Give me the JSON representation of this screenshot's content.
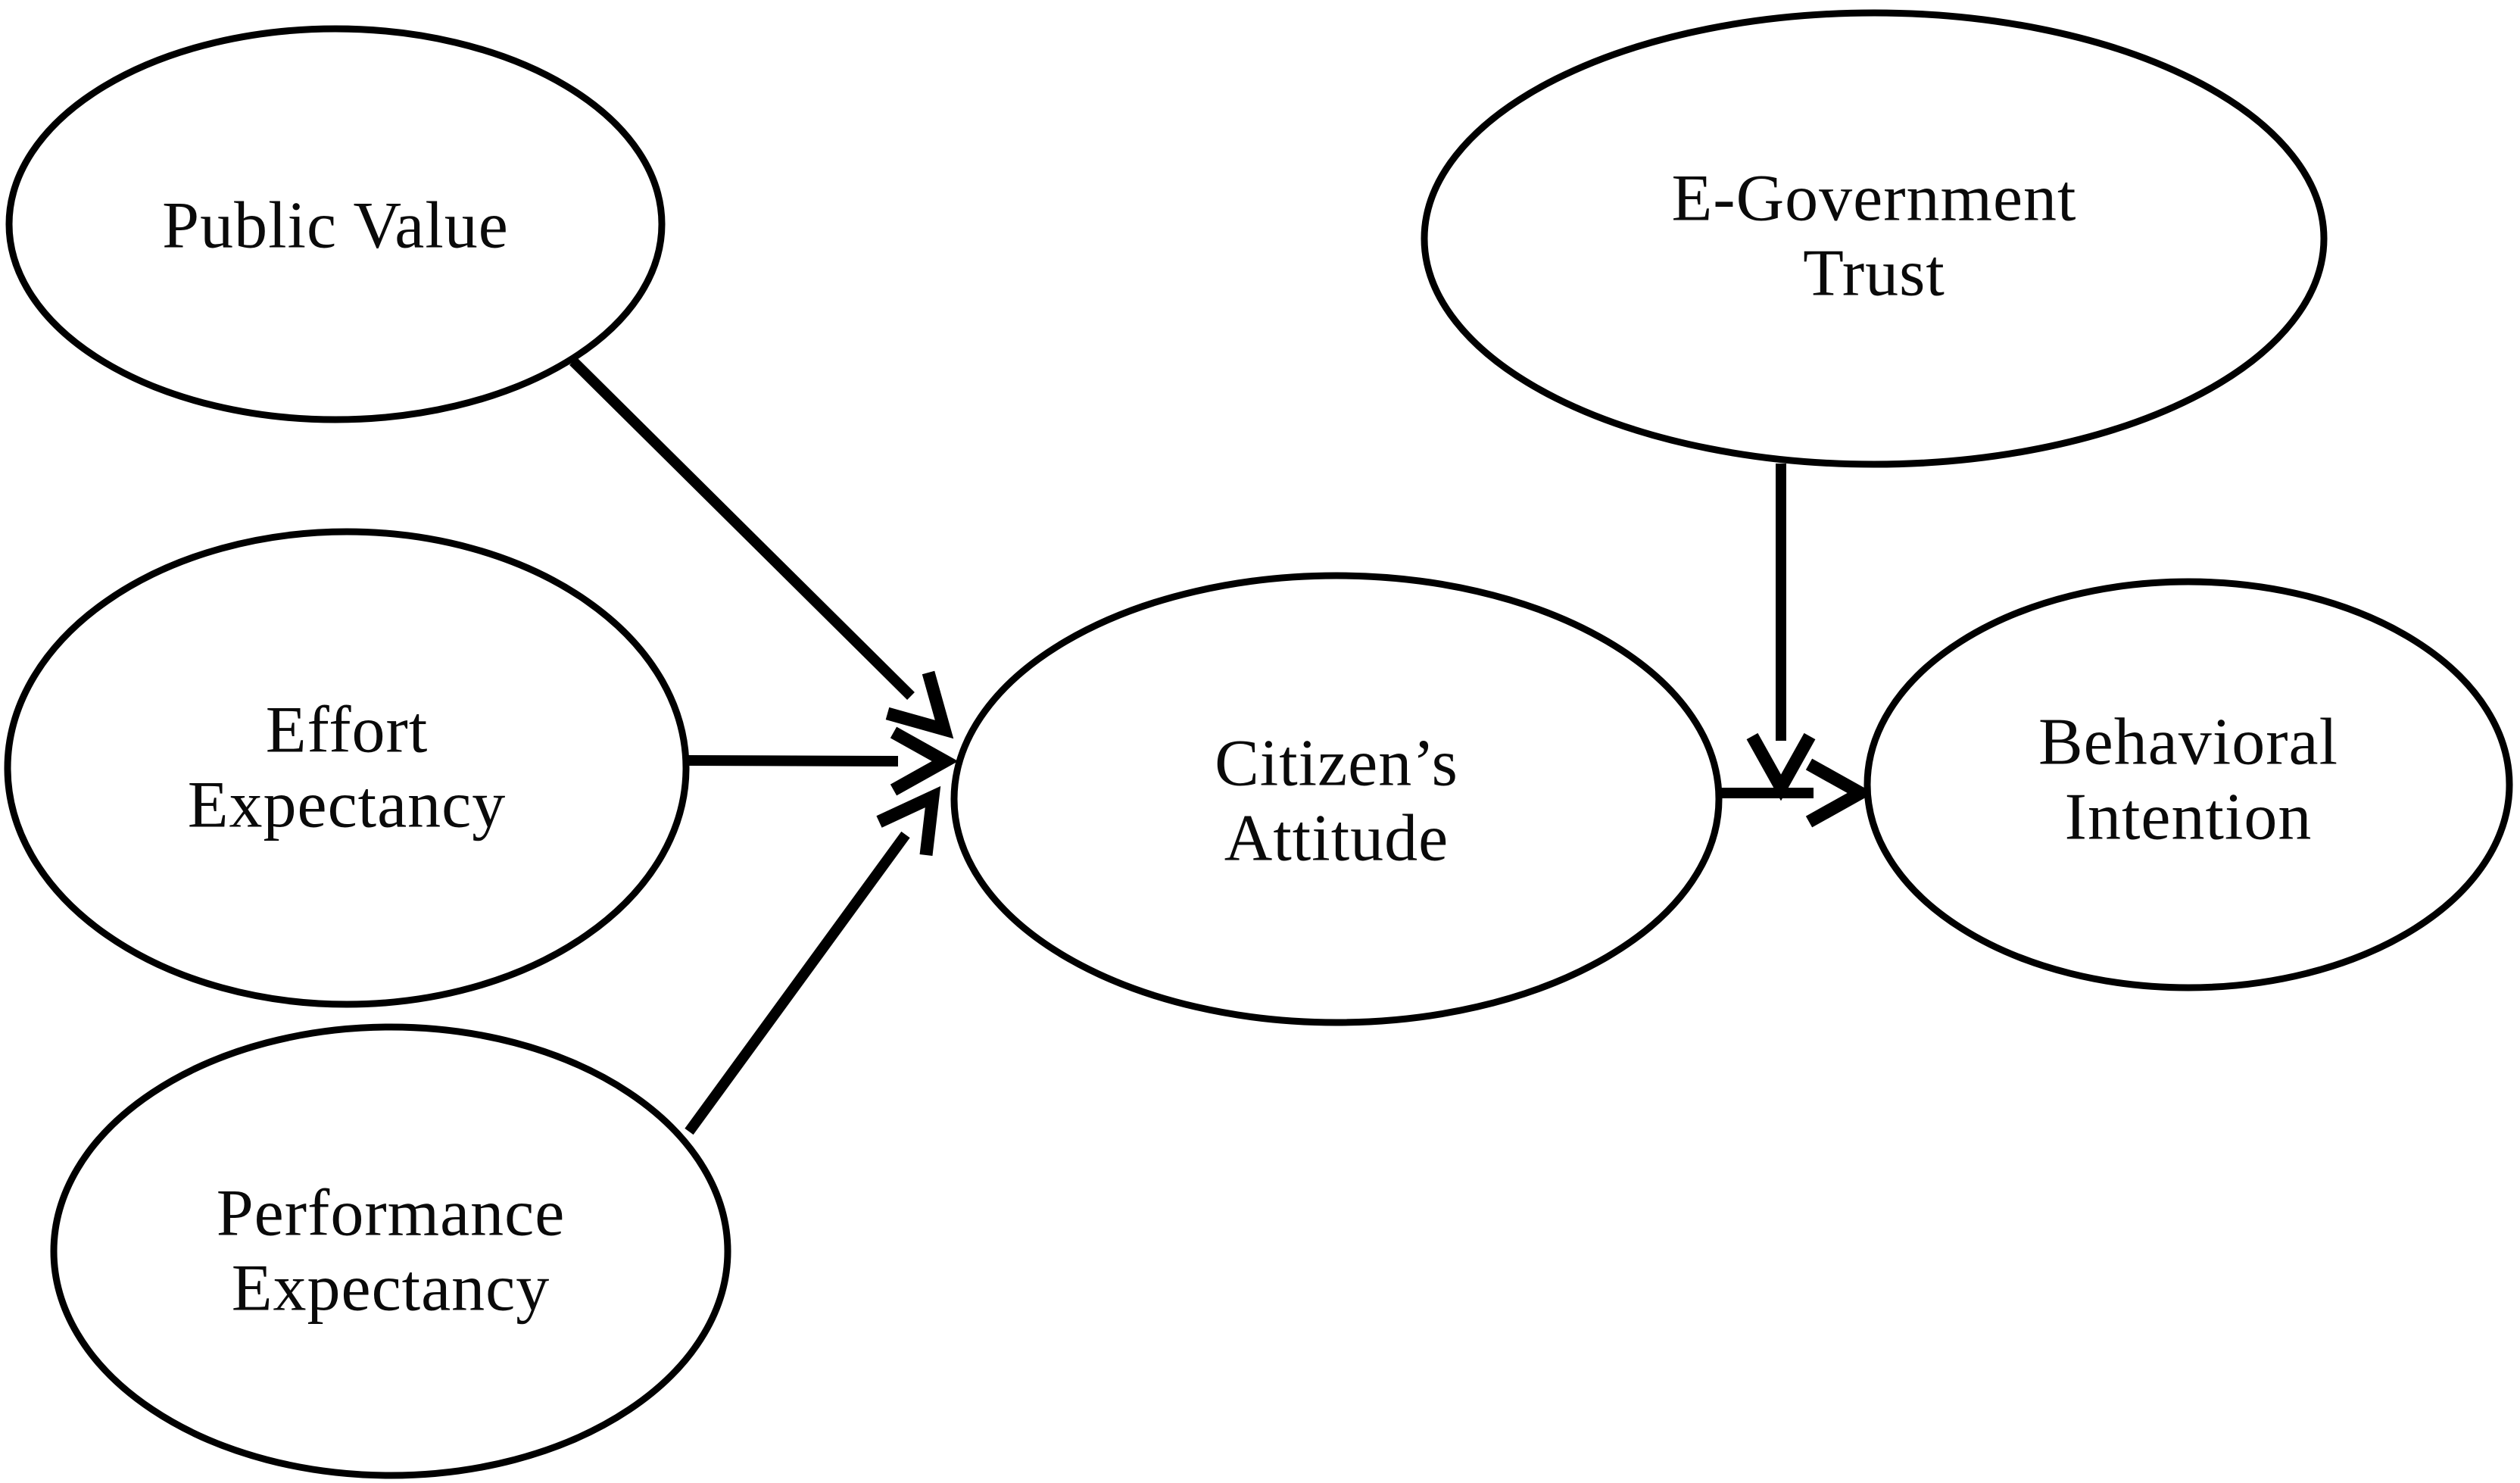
{
  "figure": {
    "type": "conceptual-model-diagram",
    "background_color": "#ffffff",
    "stroke_color": "#000000",
    "text_color": "#0a0a0a"
  },
  "nodes": {
    "public_value": {
      "label": "Public Value"
    },
    "effort_expectancy": {
      "label": "Effort\nExpectancy"
    },
    "performance_expectancy": {
      "label": "Performance\nExpectancy"
    },
    "citizens_attitude": {
      "label": "Citizen’s\nAttitude"
    },
    "egovernment_trust": {
      "label": "E-Government\nTrust"
    },
    "behavioral_intention": {
      "label": "Behavioral\nIntention"
    }
  },
  "edges": [
    {
      "from": "Public Value",
      "to": "Citizen’s Attitude",
      "style": "arrow"
    },
    {
      "from": "Effort Expectancy",
      "to": "Citizen’s Attitude",
      "style": "arrow"
    },
    {
      "from": "Performance Expectancy",
      "to": "Citizen’s Attitude",
      "style": "arrow"
    },
    {
      "from": "Citizen’s Attitude",
      "to": "Behavioral Intention",
      "style": "arrow"
    },
    {
      "from": "E-Government Trust",
      "to": "Citizen’s Attitude → Behavioral Intention link",
      "style": "arrow"
    }
  ]
}
